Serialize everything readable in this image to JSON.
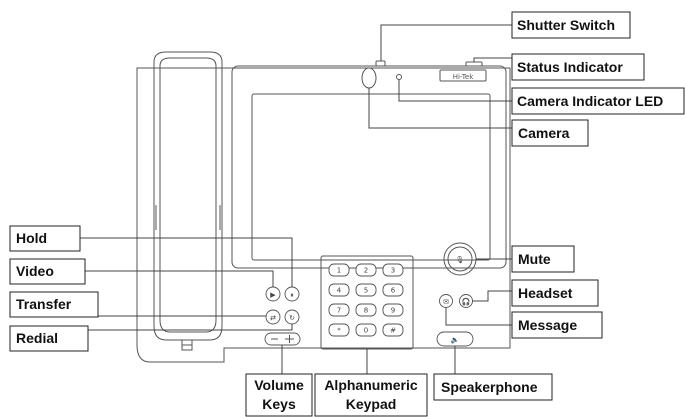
{
  "labels": {
    "shutter_switch": "Shutter Switch",
    "status_indicator": "Status Indicator",
    "camera_indicator_led": "Camera Indicator LED",
    "camera": "Camera",
    "hold": "Hold",
    "video": "Video",
    "transfer": "Transfer",
    "redial": "Redial",
    "mute": "Mute",
    "headset": "Headset",
    "message": "Message",
    "speakerphone": "Speakerphone",
    "volume_keys_line1": "Volume",
    "volume_keys_line2": "Keys",
    "alphanumeric_line1": "Alphanumeric",
    "alphanumeric_line2": "Keypad"
  },
  "phone": {
    "brand": "Hi-Tek",
    "keypad": [
      "1",
      "2",
      "3",
      "4",
      "5",
      "6",
      "7",
      "8",
      "9",
      "*",
      "0",
      "#"
    ]
  }
}
